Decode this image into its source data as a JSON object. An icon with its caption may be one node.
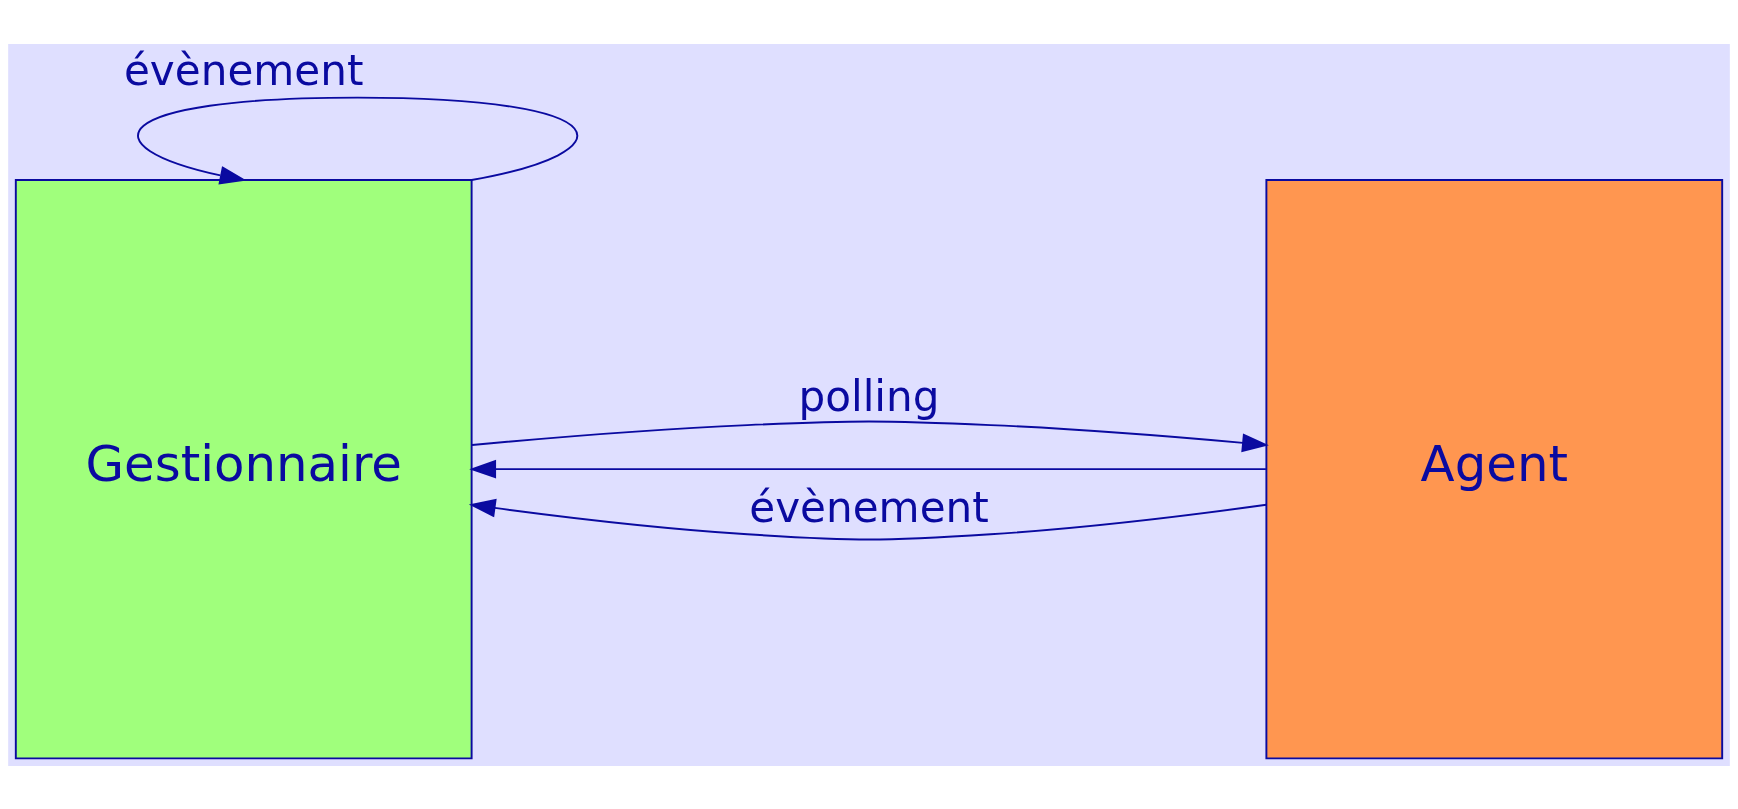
{
  "diagram": {
    "nodes": [
      {
        "text": [
          "Gestionnaire"
        ]
      },
      {
        "text": [
          "Agent"
        ]
      }
    ],
    "edges": [
      {
        "from": 0,
        "to": 0,
        "arrow": "to",
        "label": "évènement"
      },
      {
        "from": 0,
        "to": 1,
        "arrow": "to",
        "label": "polling"
      },
      {
        "from": 1,
        "to": 0,
        "arrow": "to"
      },
      {
        "from": 1,
        "to": 0,
        "arrow": "to",
        "label": "évènement"
      }
    ]
  }
}
